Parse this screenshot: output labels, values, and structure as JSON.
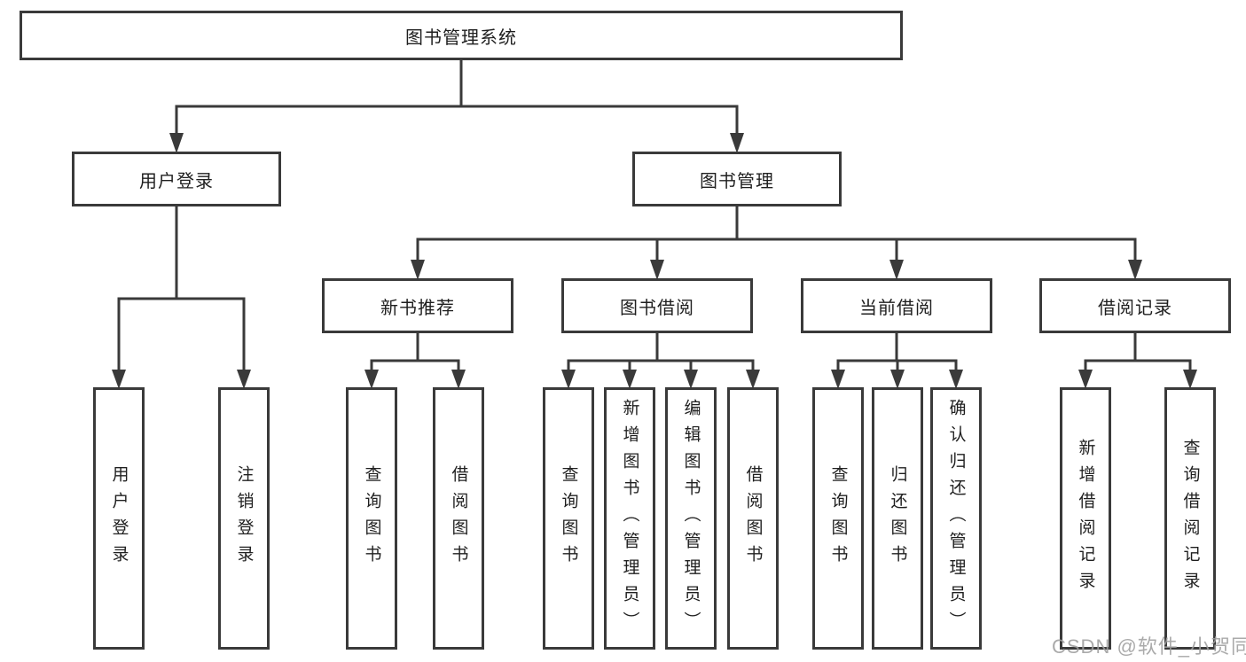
{
  "root": {
    "label": "图书管理系统"
  },
  "level2": [
    {
      "label": "用户登录"
    },
    {
      "label": "图书管理"
    }
  ],
  "level3": [
    {
      "label": "新书推荐"
    },
    {
      "label": "图书借阅"
    },
    {
      "label": "当前借阅"
    },
    {
      "label": "借阅记录"
    }
  ],
  "leaves": {
    "user_login": [
      {
        "label": "用户登录"
      },
      {
        "label": "注销登录"
      }
    ],
    "new_book": [
      {
        "label": "查询图书"
      },
      {
        "label": "借阅图书"
      }
    ],
    "book_borrow": [
      {
        "label": "查询图书"
      },
      {
        "label": "新增图书（管理员）"
      },
      {
        "label": "编辑图书（管理员）"
      },
      {
        "label": "借阅图书"
      }
    ],
    "current_borrow": [
      {
        "label": "查询图书"
      },
      {
        "label": "归还图书"
      },
      {
        "label": "确认归还（管理员）"
      }
    ],
    "borrow_record": [
      {
        "label": "新增借阅记录"
      },
      {
        "label": "查询借阅记录"
      }
    ]
  },
  "watermark": {
    "text": "CSDN @软件_小贺同学"
  },
  "colors": {
    "line": "#3a3a3a",
    "text": "#1f1f1f",
    "watermark": "#9e9e9e",
    "background": "#ffffff"
  }
}
